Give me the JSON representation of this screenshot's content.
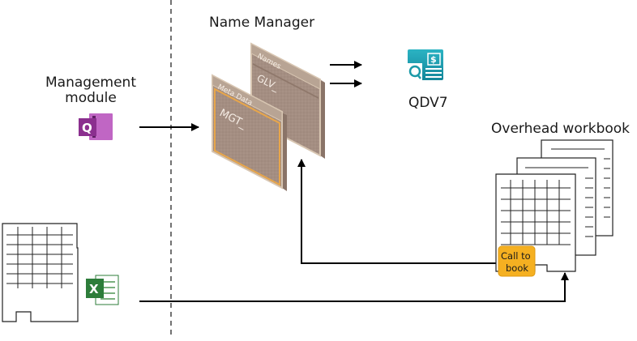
{
  "diagram": {
    "name_manager_title": "Name Manager",
    "management_module": {
      "line1": "Management",
      "line2": "module"
    },
    "qdv_label": "QDV7",
    "overhead_label": "Overhead workbook",
    "back_panel": {
      "tab": "Names",
      "text": "GLV_"
    },
    "front_panel": {
      "tab": "Meta Data",
      "text": "MGT_"
    },
    "call_to_book": {
      "line1": "Call to",
      "line2": "book"
    }
  },
  "colors": {
    "panel_fill": "#a48e82",
    "panel_border": "#d8c6b2",
    "panel_highlight": "#e8a64a",
    "sticky_fill": "#f5b021",
    "excel_green": "#2d7d3a",
    "onenote_purple": "#8b2f8f",
    "qdv_teal": "#1b9aa8"
  }
}
